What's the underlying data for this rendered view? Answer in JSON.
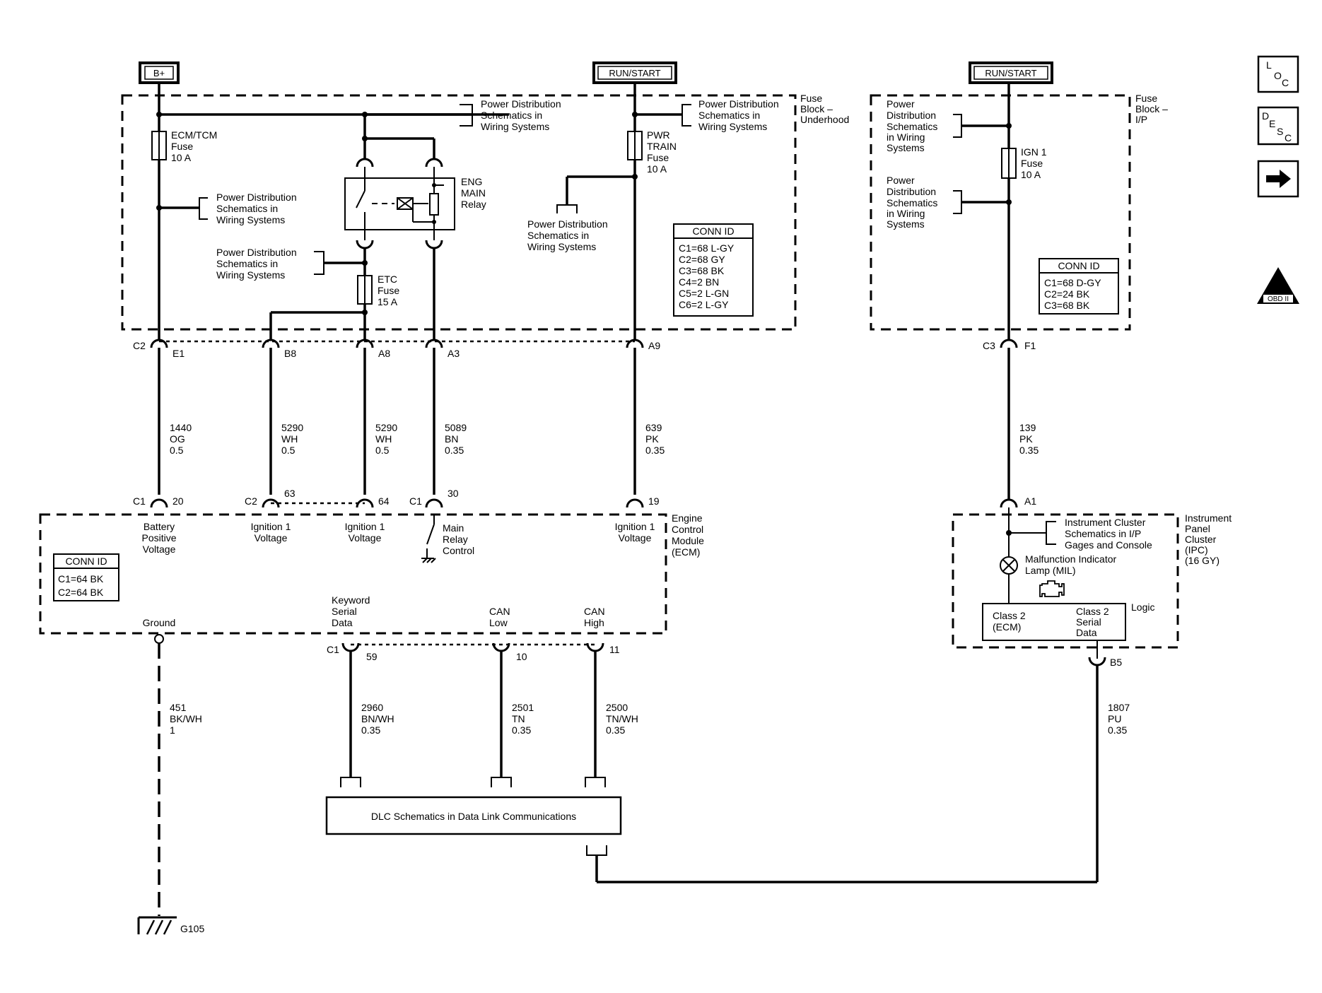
{
  "sources": {
    "b_plus": "B+",
    "run_start_left": "RUN/START",
    "run_start_right": "RUN/START"
  },
  "nav_icons": {
    "loc": [
      "L",
      "O",
      "C"
    ],
    "desc": [
      "D",
      "E",
      "S",
      "C"
    ],
    "next": "next-arrow-icon",
    "obd": {
      "numeral": "II",
      "label": "OBD II"
    }
  },
  "fuse_block_underhood": {
    "title": [
      "Fuse",
      "Block –",
      "Underhood"
    ],
    "ecm_tcm_fuse": [
      "ECM/TCM",
      "Fuse",
      "10 A"
    ],
    "pwr_train_fuse": [
      "PWR",
      "TRAIN",
      "Fuse",
      "10 A"
    ],
    "etc_fuse": [
      "ETC",
      "Fuse",
      "15 A"
    ],
    "relay": [
      "ENG",
      "MAIN",
      "Relay"
    ],
    "pd_refs": {
      "top": [
        "Power Distribution",
        "Schematics in",
        "Wiring Systems"
      ],
      "right": [
        "Power Distribution",
        "Schematics in",
        "Wiring Systems"
      ],
      "left_mid": [
        "Power Distribution",
        "Schematics in",
        "Wiring Systems"
      ],
      "left_low": [
        "Power Distribution",
        "Schematics in",
        "Wiring Systems"
      ],
      "center": [
        "Power Distribution",
        "Schematics in",
        "Wiring Systems"
      ]
    },
    "conn_id": {
      "header": "CONN ID",
      "rows": [
        "C1=68 L-GY",
        "C2=68 GY",
        "C3=68 BK",
        "C4=2 BN",
        "C5=2 L-GN",
        "C6=2 L-GY"
      ]
    },
    "connectors": {
      "c2": "C2",
      "e1": "E1",
      "b8": "B8",
      "a8": "A8",
      "a3": "A3",
      "a9": "A9"
    }
  },
  "fuse_block_ip": {
    "title": [
      "Fuse",
      "Block –",
      "I/P"
    ],
    "ign_fuse": [
      "IGN 1",
      "Fuse",
      "10 A"
    ],
    "pd_refs": {
      "upper": [
        "Power",
        "Distribution",
        "Schematics",
        "in Wiring",
        "Systems"
      ],
      "lower": [
        "Power",
        "Distribution",
        "Schematics",
        "in Wiring",
        "Systems"
      ]
    },
    "conn_id": {
      "header": "CONN ID",
      "rows": [
        "C1=68 D-GY",
        "C2=24 BK",
        "C3=68 BK"
      ]
    },
    "connectors": {
      "c3": "C3",
      "f1": "F1"
    }
  },
  "wires": {
    "w1440": [
      "1440",
      "OG",
      "0.5"
    ],
    "w5290a": [
      "5290",
      "WH",
      "0.5"
    ],
    "w5290b": [
      "5290",
      "WH",
      "0.5"
    ],
    "w5089": [
      "5089",
      "BN",
      "0.35"
    ],
    "w639": [
      "639",
      "PK",
      "0.35"
    ],
    "w139": [
      "139",
      "PK",
      "0.35"
    ],
    "w451": [
      "451",
      "BK/WH",
      "1"
    ],
    "w2960": [
      "2960",
      "BN/WH",
      "0.35"
    ],
    "w2501": [
      "2501",
      "TN",
      "0.35"
    ],
    "w2500": [
      "2500",
      "TN/WH",
      "0.35"
    ],
    "w1807": [
      "1807",
      "PU",
      "0.35"
    ]
  },
  "ecm": {
    "title": [
      "Engine",
      "Control",
      "Module",
      "(ECM)"
    ],
    "pins": {
      "c1_20": [
        "C1",
        "20"
      ],
      "c2_63": [
        "C2",
        "63"
      ],
      "p64": "64",
      "c1_30": [
        "C1",
        "30"
      ],
      "p19": "19"
    },
    "labels": {
      "battery": [
        "Battery",
        "Positive",
        "Voltage"
      ],
      "ign1_a": [
        "Ignition 1",
        "Voltage"
      ],
      "ign1_b": [
        "Ignition 1",
        "Voltage"
      ],
      "main_relay": [
        "Main",
        "Relay",
        "Control"
      ],
      "ign1_c": [
        "Ignition 1",
        "Voltage"
      ],
      "ground": "Ground",
      "keyword": [
        "Keyword",
        "Serial",
        "Data"
      ],
      "can_low": [
        "CAN",
        "Low"
      ],
      "can_high": [
        "CAN",
        "High"
      ]
    },
    "conn_id": {
      "header": "CONN ID",
      "rows": [
        "C1=64 BK",
        "C2=64 BK"
      ]
    },
    "bottom_pins": {
      "c1": "C1",
      "p59": "59",
      "p10": "10",
      "p11": "11"
    }
  },
  "ipc": {
    "title": [
      "Instrument",
      "Panel",
      "Cluster",
      "(IPC)",
      "(16 GY)"
    ],
    "pin_a1": "A1",
    "pin_b5": "B5",
    "ref": [
      "Instrument Cluster",
      "Schematics in I/P",
      "Gages and Console"
    ],
    "mil": [
      "Malfunction Indicator",
      "Lamp (MIL)"
    ],
    "logic": "Logic",
    "class2_ecm": [
      "Class 2",
      "(ECM)"
    ],
    "class2_data": [
      "Class 2",
      "Serial",
      "Data"
    ]
  },
  "dlc": {
    "label": "DLC Schematics in Data Link Communications"
  },
  "ground": {
    "label": "G105"
  }
}
